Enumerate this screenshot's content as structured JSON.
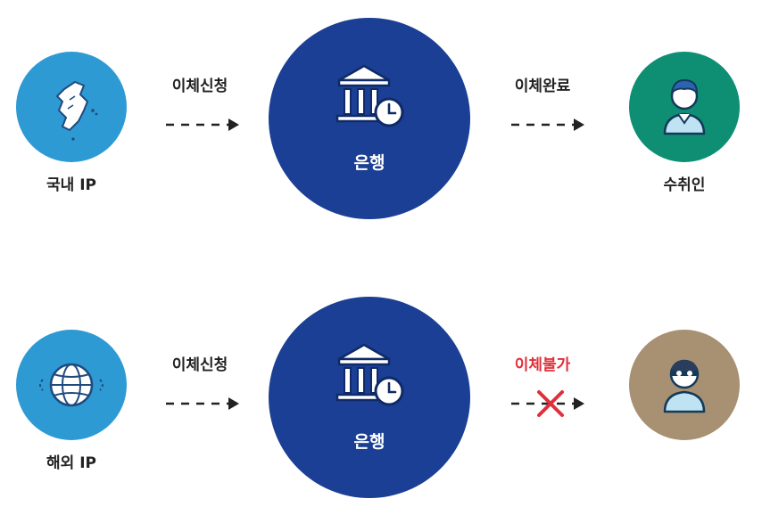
{
  "colors": {
    "light_blue": "#2e9ad4",
    "bank_blue": "#1b3f94",
    "success_green": "#0e8f74",
    "fail_brown": "#a89072",
    "error_red": "#e02f3a",
    "text": "#222222"
  },
  "rows": [
    {
      "source_label": "국내 IP",
      "source_icon": "korea-map-icon",
      "request_label": "이체신청",
      "bank_label": "은행",
      "bank_icon": "bank-clock-icon",
      "result_label": "이체완료",
      "result_status": "success",
      "target_label": "수취인",
      "target_icon": "person-icon"
    },
    {
      "source_label": "해외 IP",
      "source_icon": "globe-icon",
      "request_label": "이체신청",
      "bank_label": "은행",
      "bank_icon": "bank-clock-icon",
      "result_label": "이체불가",
      "result_status": "blocked",
      "target_label": "",
      "target_icon": "masked-person-icon"
    }
  ]
}
